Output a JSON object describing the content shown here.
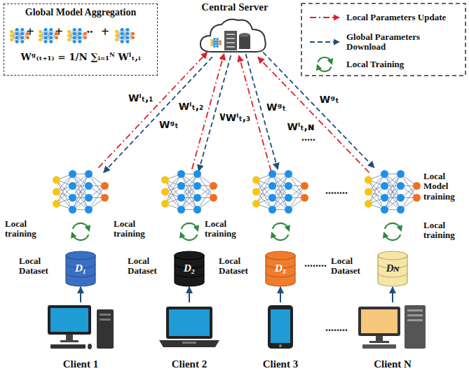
{
  "diagram": {
    "nodes": [
      {
        "text": [
          "Global Model Aggregation",
          "Wᵍ₍ₜ₊₁₎ = 1/N ∑ᵢ₌₁ᴺ Wˡₜ,ᵢ"
        ]
      },
      {
        "text": [
          "Central Server"
        ]
      },
      {
        "text": [
          "Local training"
        ]
      },
      {
        "text": [
          "Local Dataset",
          "D₁"
        ]
      },
      {
        "text": [
          "Client 1"
        ]
      },
      {
        "text": [
          "Local training"
        ]
      },
      {
        "text": [
          "Local Dataset",
          "D₂"
        ]
      },
      {
        "text": [
          "Client 2"
        ]
      },
      {
        "text": [
          "Local training"
        ]
      },
      {
        "text": [
          "Local Dataset",
          "D₃"
        ]
      },
      {
        "text": [
          "Client 3"
        ]
      },
      {
        "text": [
          "Local Model training",
          "Local training"
        ]
      },
      {
        "text": [
          "Local Dataset",
          "Dɴ"
        ]
      },
      {
        "text": [
          "Client N"
        ]
      }
    ],
    "edges": [
      {
        "from": 2,
        "to": 1,
        "arrow": "to",
        "label": "Wˡₜ,₁"
      },
      {
        "from": 1,
        "to": 2,
        "arrow": "to",
        "label": "Wᵍₜ"
      },
      {
        "from": 4,
        "to": 3,
        "arrow": "to"
      },
      {
        "from": 5,
        "to": 1,
        "arrow": "to",
        "label": "Wˡₜ,₂"
      },
      {
        "from": 1,
        "to": 5,
        "arrow": "to",
        "label": "Wᵍₜ"
      },
      {
        "from": 7,
        "to": 6,
        "arrow": "to"
      },
      {
        "from": 8,
        "to": 1,
        "arrow": "to",
        "label": "Wˡₜ,₃"
      },
      {
        "from": 1,
        "to": 8,
        "arrow": "to",
        "label": "Wᵍₜ"
      },
      {
        "from": 10,
        "to": 9,
        "arrow": "to"
      },
      {
        "from": 11,
        "to": 1,
        "arrow": "to",
        "label": "Wˡₜ,ɴ"
      },
      {
        "from": 1,
        "to": 11,
        "arrow": "to",
        "label": "Wᵍₜ"
      },
      {
        "from": 13,
        "to": 12,
        "arrow": "to"
      }
    ],
    "labels": [
      "+",
      "+",
      "..",
      "+",
      "........",
      "........",
      "........",
      "....."
    ],
    "legend": [
      {
        "text": "Local Parameters Update"
      },
      {
        "text": "Global Parameters Download"
      },
      {
        "text": "Local Training"
      }
    ]
  }
}
